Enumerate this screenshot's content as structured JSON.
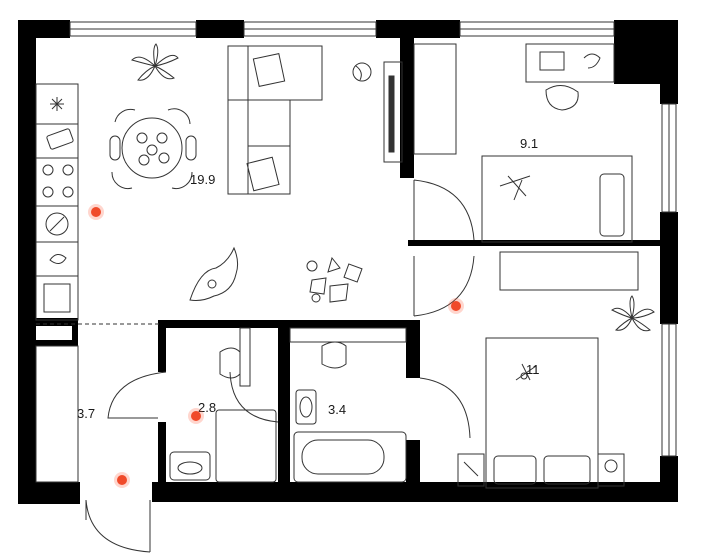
{
  "rooms": {
    "living_kitchen": {
      "area": "19.9"
    },
    "bedroom_small": {
      "area": "9.1"
    },
    "bedroom_large": {
      "area": "11"
    },
    "bathroom_wc": {
      "area": "2.8"
    },
    "bathroom_main": {
      "area": "3.4"
    },
    "hallway": {
      "area": "3.7"
    }
  },
  "colors": {
    "wall": "#000000",
    "line": "#333333",
    "marker": "#f04a2a",
    "background": "#ffffff"
  },
  "markers": [
    {
      "room": "living_kitchen"
    },
    {
      "room": "bedroom_door"
    },
    {
      "room": "bathroom_wc"
    },
    {
      "room": "entrance"
    }
  ]
}
